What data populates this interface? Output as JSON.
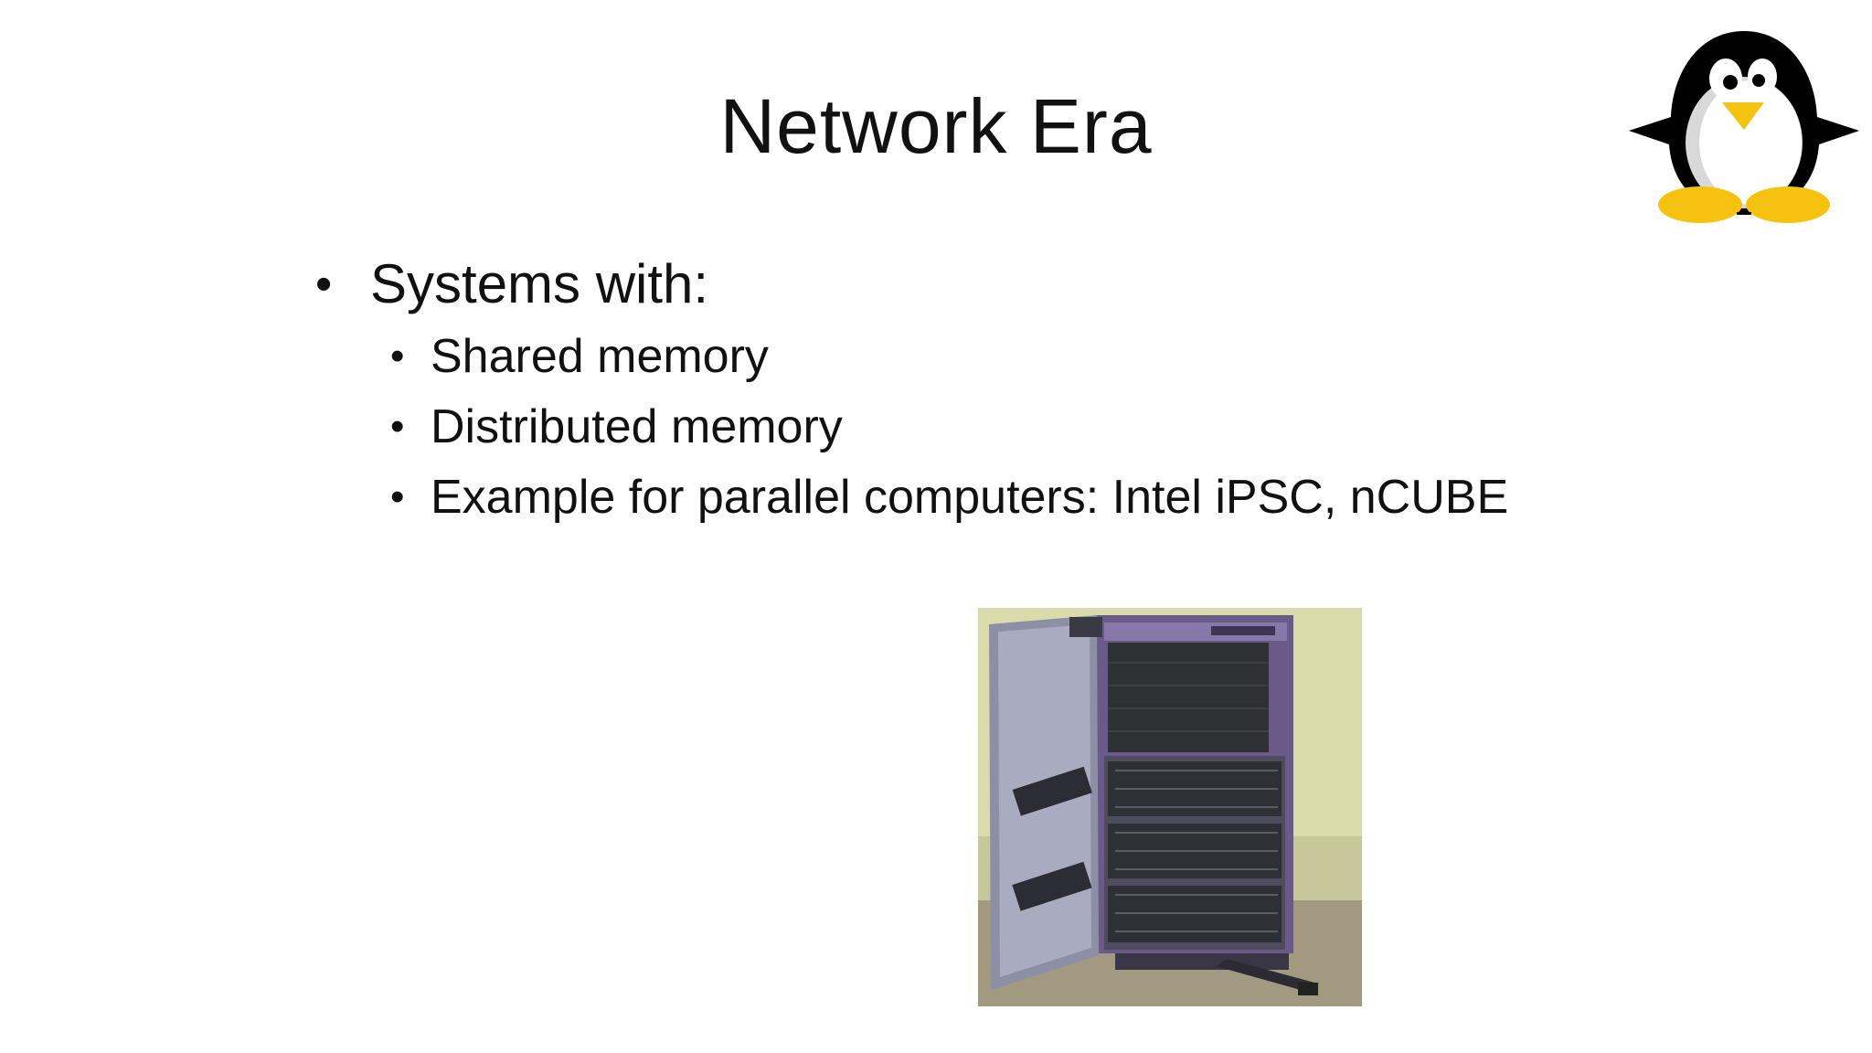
{
  "slide": {
    "title": "Network Era",
    "bullets": [
      {
        "text": "Systems with:",
        "sub": [
          "Shared memory",
          "Distributed memory",
          "Example for parallel computers: Intel iPSC, nCUBE"
        ]
      }
    ]
  },
  "icons": {
    "bullet": "•",
    "logo": "tux-penguin-icon"
  },
  "colors": {
    "penguin_black": "#000000",
    "penguin_beak": "#f5c20f",
    "photo_bg": "#d9dcaa",
    "cabinet": "#6a5a8a"
  }
}
